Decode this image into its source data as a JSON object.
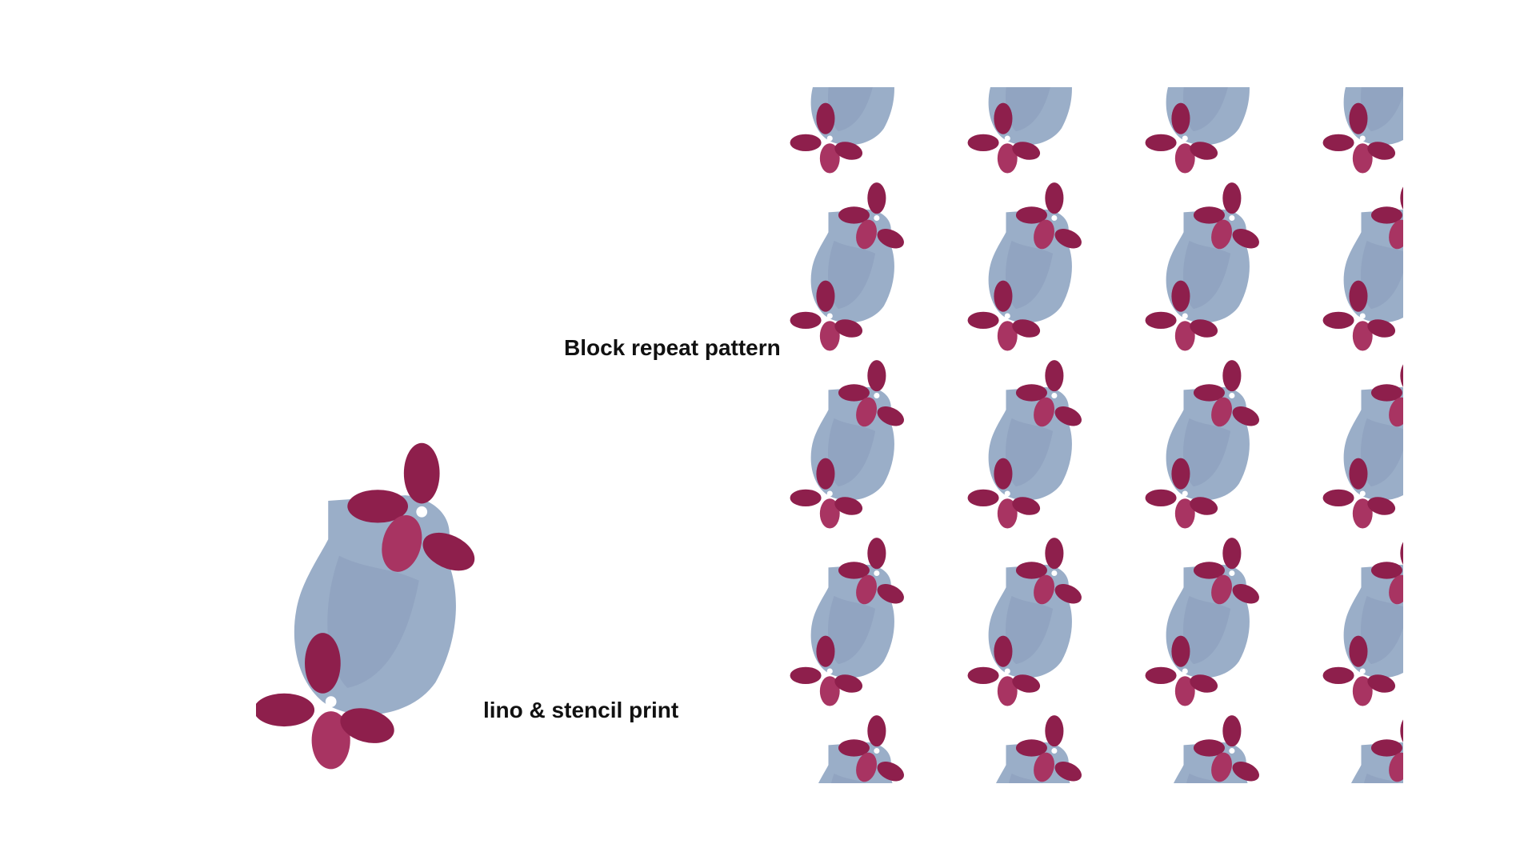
{
  "captions": {
    "pattern_label": "Block repeat pattern",
    "print_label": "lino & stencil print"
  },
  "artwork": {
    "motif": "jug-with-flowers",
    "colors": {
      "jug": "#9aaec8",
      "jug_shadow": "#8799b8",
      "flower": "#8e1f4c",
      "flower_light": "#a83462",
      "background": "#ffffff"
    },
    "pattern": {
      "rows": 5,
      "columns": 4
    }
  }
}
